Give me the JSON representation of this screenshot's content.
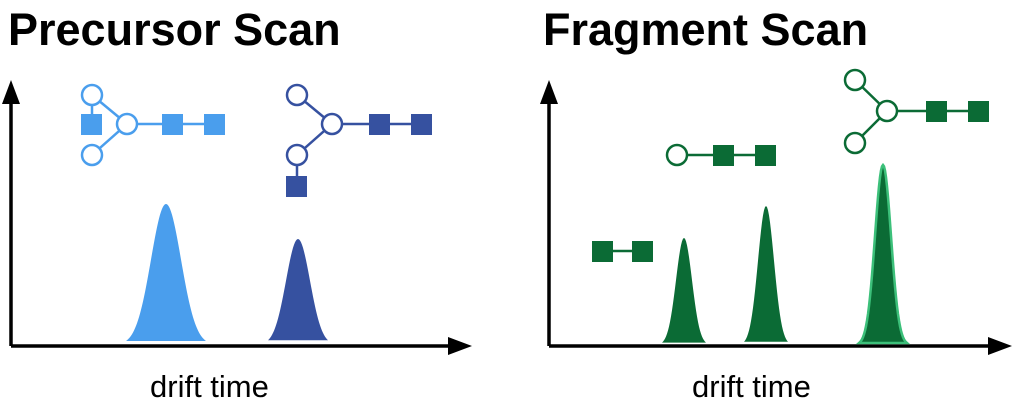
{
  "panels": [
    {
      "title": "Precursor Scan",
      "xlabel": "drift time",
      "peaks": [
        {
          "color": "#4a9eed",
          "structure": "branched-3-antenna"
        },
        {
          "color": "#3651a0",
          "structure": "branched-with-lower-square"
        }
      ]
    },
    {
      "title": "Fragment Scan",
      "xlabel": "drift time",
      "peaks": [
        {
          "color": "#0b6b35",
          "structure": "two-squares"
        },
        {
          "color": "#0b6b35",
          "structure": "circle-two-squares"
        },
        {
          "color": "#0b6b35",
          "structure": "branched-two-circles",
          "outline": "#3cc07a"
        }
      ]
    }
  ],
  "colors": {
    "axis": "#000000",
    "precursor_light": "#4a9eed",
    "precursor_dark": "#3651a0",
    "fragment": "#0b6b35",
    "fragment_highlight": "#3cc07a"
  }
}
